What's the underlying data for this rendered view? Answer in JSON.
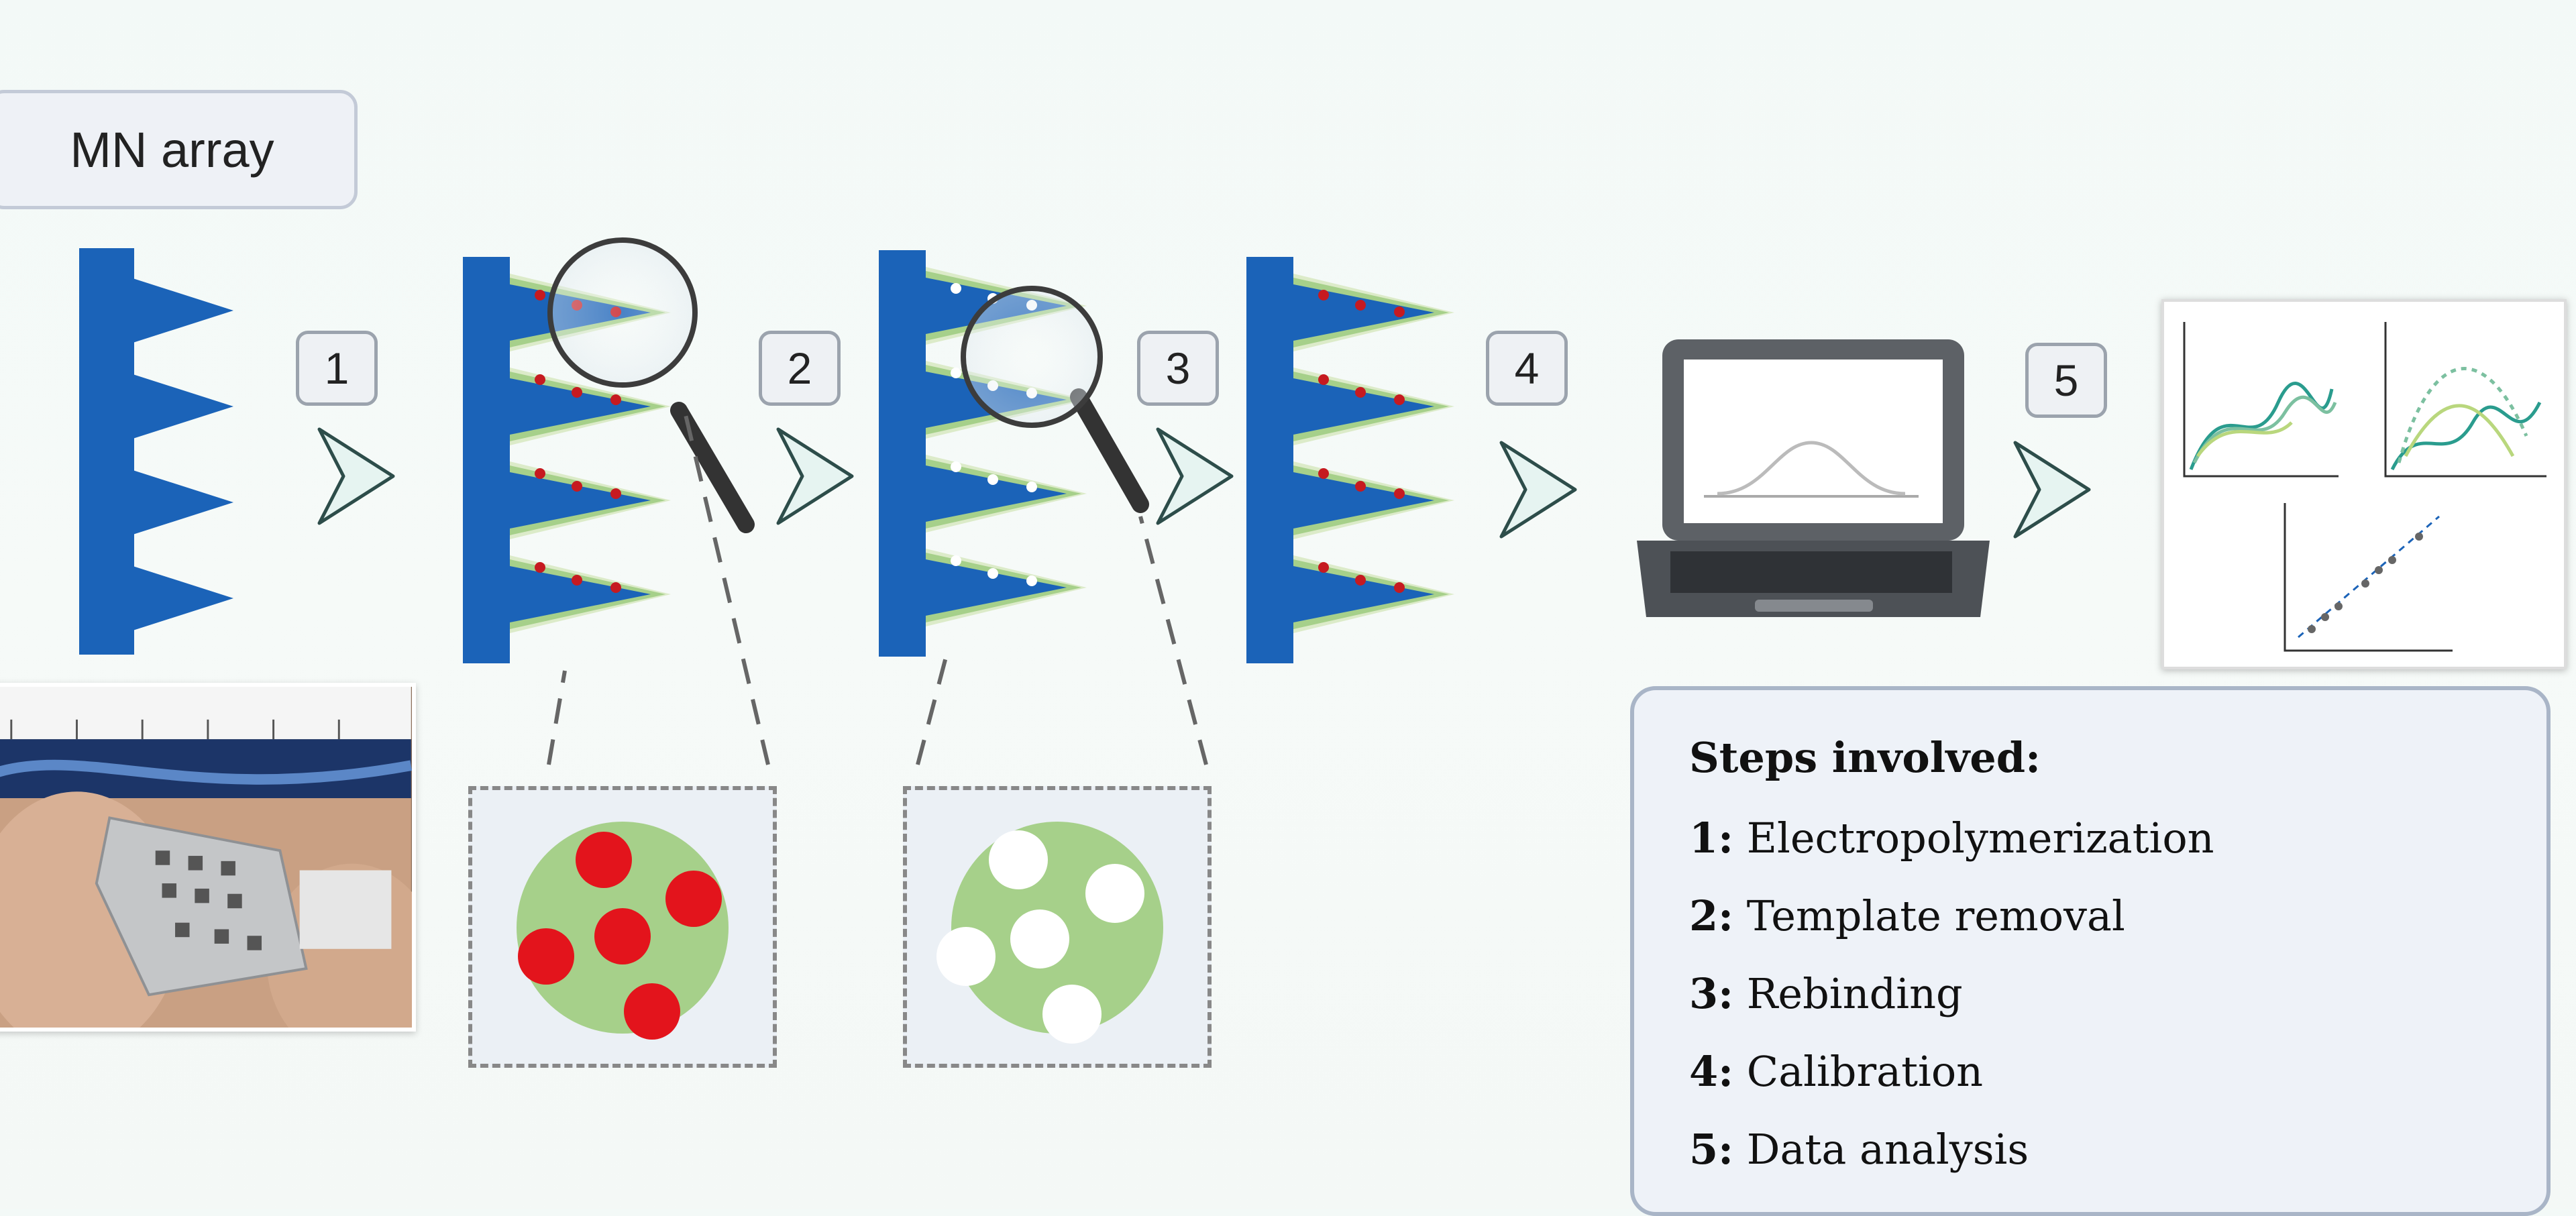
{
  "title_label": "MN array",
  "steps": [
    {
      "badge": "1",
      "name": "Electropolymerization"
    },
    {
      "badge": "2",
      "name": "Template removal"
    },
    {
      "badge": "3",
      "name": "Rebinding"
    },
    {
      "badge": "4",
      "name": "Calibration"
    },
    {
      "badge": "5",
      "name": "Data analysis"
    }
  ],
  "steps_box": {
    "heading": "Steps involved:",
    "lines": [
      {
        "num": "1:",
        "text": "Electropolymerization"
      },
      {
        "num": "2:",
        "text": "Template removal"
      },
      {
        "num": "3:",
        "text": "Rebinding"
      },
      {
        "num": "4:",
        "text": "Calibration"
      },
      {
        "num": "5:",
        "text": "Data analysis"
      }
    ]
  },
  "colors": {
    "mn_blue": "#1b63b8",
    "polymer_green": "#a6d08a",
    "template_red": "#e3141c",
    "arrow_fill": "#e6f4f1",
    "arrow_stroke": "#2d4d4a"
  }
}
